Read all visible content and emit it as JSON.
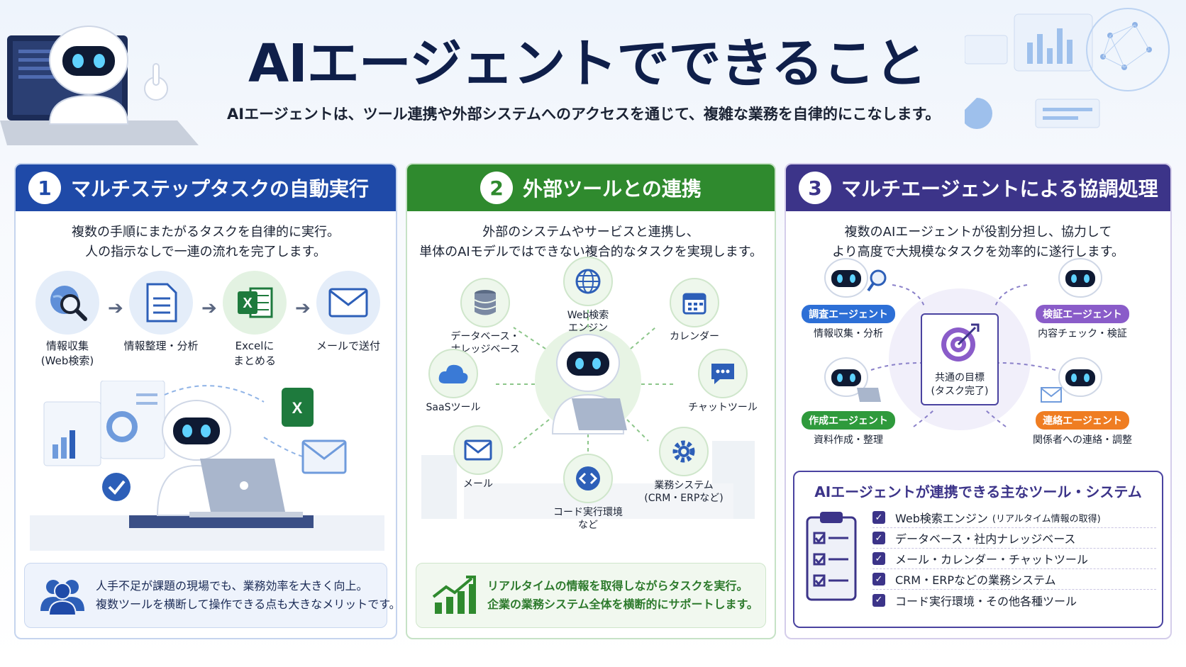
{
  "header": {
    "title": "AIエージェントでできること",
    "subtitle": "AIエージェントは、ツール連携や外部システムへのアクセスを通じて、複雑な業務を自律的にこなします。"
  },
  "panel1": {
    "number": "1",
    "title": "マルチステップタスクの自動実行",
    "desc_line1": "複数の手順にまたがるタスクを自律的に実行。",
    "desc_line2": "人の指示なしで一連の流れを完了します。",
    "steps": [
      {
        "line1": "情報収集",
        "line2": "(Web検索)",
        "icon": "web-search-icon"
      },
      {
        "line1": "情報整理・分析",
        "line2": "",
        "icon": "document-icon"
      },
      {
        "line1": "Excelに",
        "line2": "まとめる",
        "icon": "excel-icon"
      },
      {
        "line1": "メールで送付",
        "line2": "",
        "icon": "mail-icon"
      }
    ],
    "note_line1": "人手不足が課題の現場でも、業務効率を大きく向上。",
    "note_line2": "複数ツールを横断して操作できる点も大きなメリットです。"
  },
  "panel2": {
    "number": "2",
    "title": "外部ツールとの連携",
    "desc_line1": "外部のシステムやサービスと連携し、",
    "desc_line2": "単体のAIモデルではできない複合的なタスクを実現します。",
    "tools": [
      {
        "line1": "Web検索",
        "line2": "エンジン",
        "icon": "globe-icon"
      },
      {
        "line1": "データベース・",
        "line2": "ナレッジベース",
        "icon": "database-icon"
      },
      {
        "line1": "カレンダー",
        "line2": "",
        "icon": "calendar-icon"
      },
      {
        "line1": "SaaSツール",
        "line2": "",
        "icon": "cloud-icon"
      },
      {
        "line1": "チャットツール",
        "line2": "",
        "icon": "chat-icon"
      },
      {
        "line1": "メール",
        "line2": "",
        "icon": "mail-icon"
      },
      {
        "line1": "コード実行環境",
        "line2": "など",
        "icon": "code-icon"
      },
      {
        "line1": "業務システム",
        "line2": "(CRM・ERPなど)",
        "icon": "gear-icon"
      }
    ],
    "note_line1": "リアルタイムの情報を取得しながらタスクを実行。",
    "note_line2": "企業の業務システム全体を横断的にサポートします。"
  },
  "panel3": {
    "number": "3",
    "title": "マルチエージェントによる協調処理",
    "desc_line1": "複数のAIエージェントが役割分担し、協力して",
    "desc_line2": "より高度で大規模なタスクを効率的に遂行します。",
    "agents": [
      {
        "tag": "調査エージェント",
        "role": "情報収集・分析",
        "color": "#2d6fd6"
      },
      {
        "tag": "検証エージェント",
        "role": "内容チェック・検証",
        "color": "#8a5cc9"
      },
      {
        "tag": "作成エージェント",
        "role": "資料作成・整理",
        "color": "#2f9a3c"
      },
      {
        "tag": "連絡エージェント",
        "role": "関係者への連絡・調整",
        "color": "#ef7d22"
      }
    ],
    "goal_line1": "共通の目標",
    "goal_line2": "(タスク完了)",
    "tools_title": "AIエージェントが連携できる主なツール・システム",
    "tool_items": [
      {
        "main": "Web検索エンジン",
        "sub": "(リアルタイム情報の取得)"
      },
      {
        "main": "データベース・社内ナレッジベース",
        "sub": ""
      },
      {
        "main": "メール・カレンダー・チャットツール",
        "sub": ""
      },
      {
        "main": "CRM・ERPなどの業務システム",
        "sub": ""
      },
      {
        "main": "コード実行環境・その他各種ツール",
        "sub": ""
      }
    ]
  },
  "colors": {
    "navy": "#0f1f4a",
    "panel1": "#1f4aa8",
    "panel2": "#2f8a2e",
    "panel3": "#3c3489"
  }
}
